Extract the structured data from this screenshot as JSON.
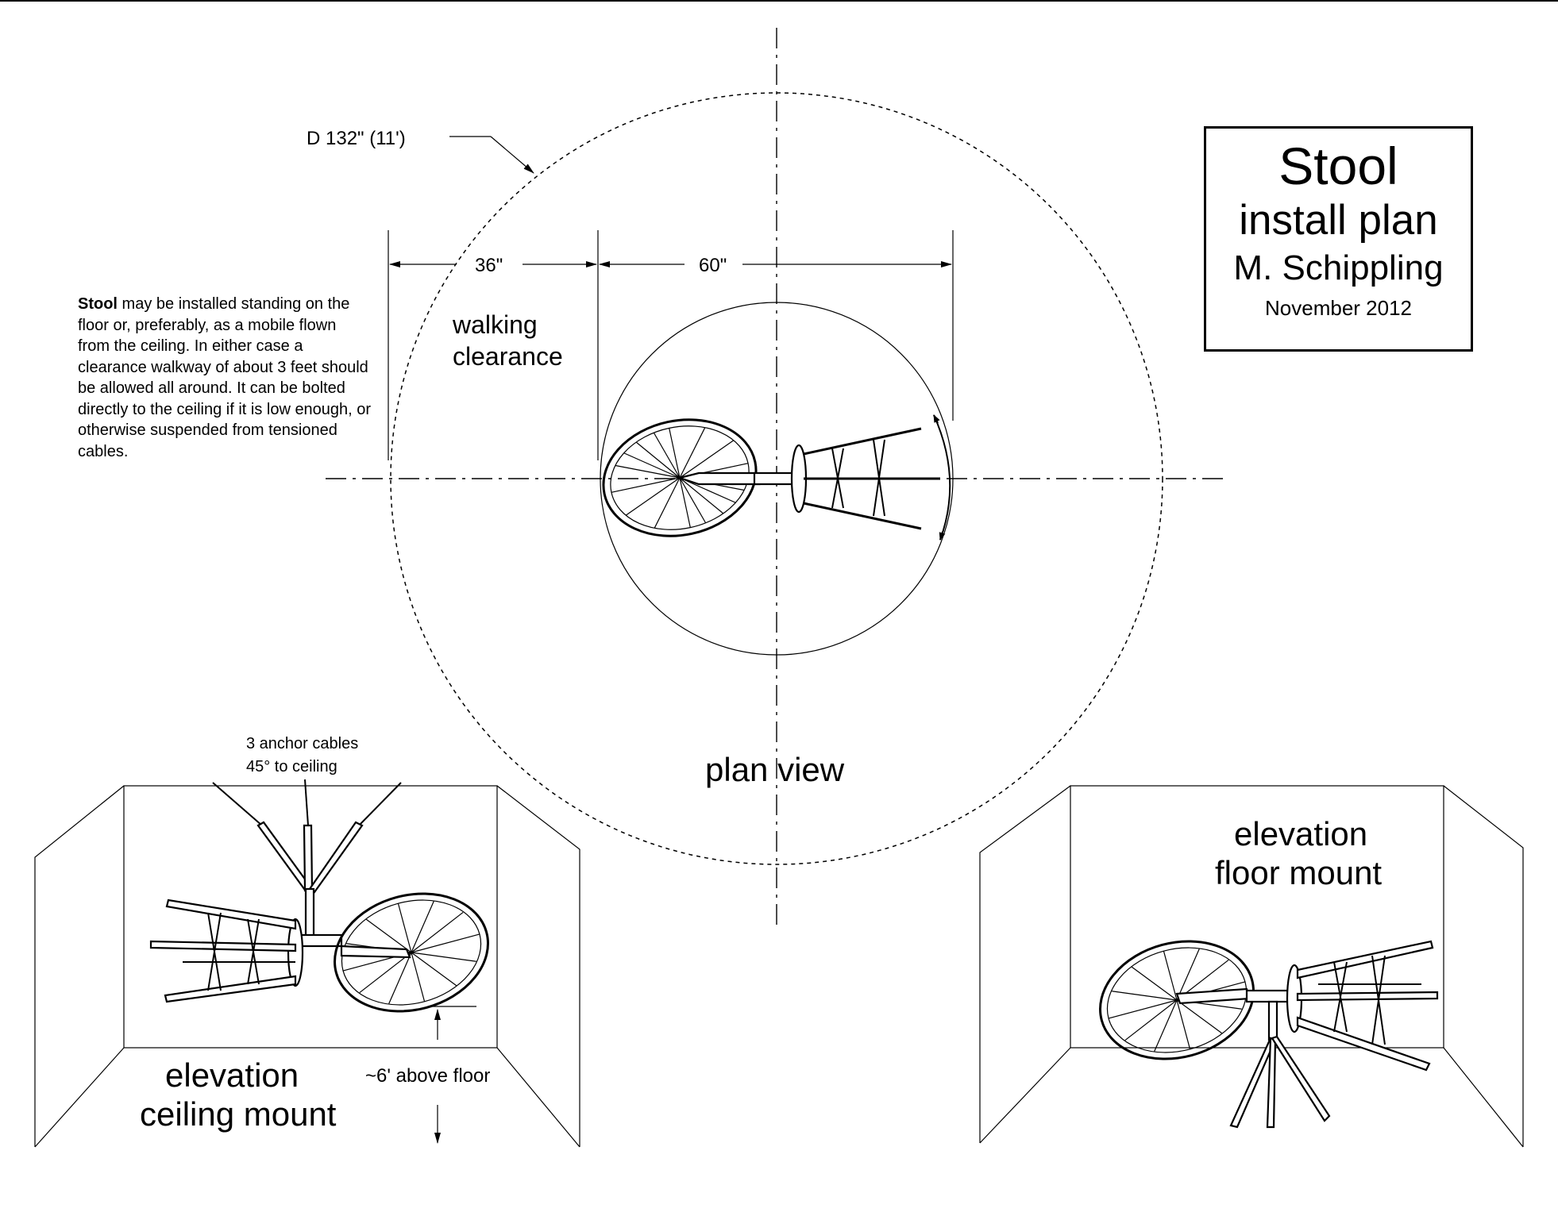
{
  "title_block": {
    "title": "Stool",
    "subtitle": "install plan",
    "author": "M. Schippling",
    "date": "November 2012"
  },
  "note": {
    "bold_lead": "Stool",
    "body": " may be installed standing on the floor or, preferably, as a mobile flown from the ceiling. In either case a clearance walkway of about 3 feet should be allowed all around. It can be bolted directly to the ceiling if it is low enough, or otherwise suspended from tensioned cables."
  },
  "plan": {
    "diameter_label": "D 132\" (11')",
    "dim_clearance": "36\"",
    "dim_sculpture": "60\"",
    "clearance_label_line1": "walking",
    "clearance_label_line2": "clearance",
    "view_label": "plan view"
  },
  "ceiling_mount": {
    "cables_line1": "3 anchor cables",
    "cables_line2": "45° to ceiling",
    "height_label": "~6' above floor",
    "label_line1": "elevation",
    "label_line2": "ceiling mount"
  },
  "floor_mount": {
    "label_line1": "elevation",
    "label_line2": "floor mount"
  },
  "colors": {
    "ink": "#000000",
    "paper": "#ffffff"
  }
}
